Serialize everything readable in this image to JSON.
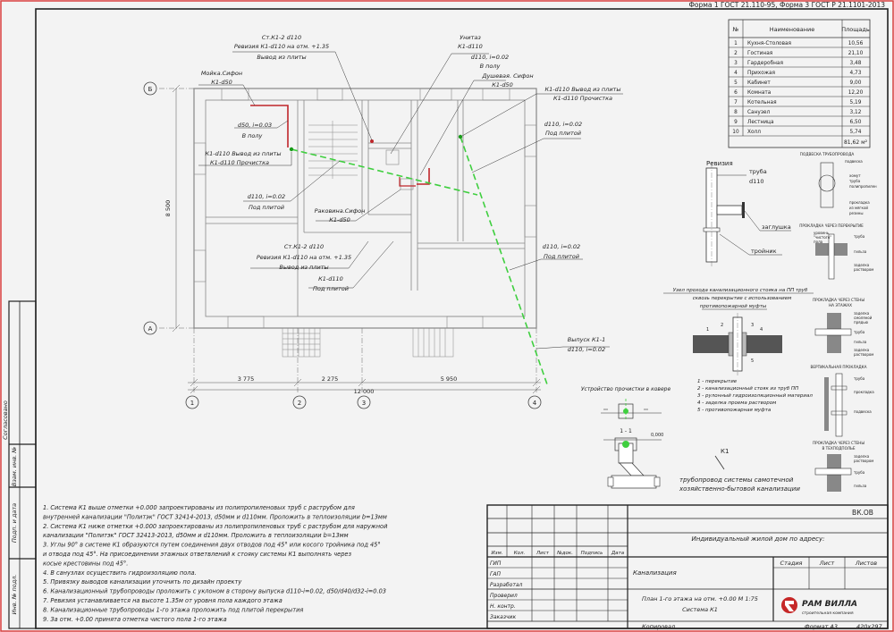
{
  "header": {
    "form": "Форма 1 ГОСТ 21.110-95, Форма 3 ГОСТ Р 21.1101-2013"
  },
  "rooms_table": {
    "headers": [
      "№",
      "Наименование",
      "Площадь"
    ],
    "rows": [
      [
        "1",
        "Кухня-Столовая",
        "10,56"
      ],
      [
        "2",
        "Гостиная",
        "21,10"
      ],
      [
        "3",
        "Гардеробная",
        "3,48"
      ],
      [
        "4",
        "Прихожая",
        "4,73"
      ],
      [
        "5",
        "Кабинет",
        "9,00"
      ],
      [
        "6",
        "Комната",
        "12,20"
      ],
      [
        "7",
        "Котельная",
        "5,19"
      ],
      [
        "8",
        "Санузел",
        "3,12"
      ],
      [
        "9",
        "Лестница",
        "6,50"
      ],
      [
        "10",
        "Холл",
        "5,74"
      ]
    ],
    "total": "81,62 м²"
  },
  "plan": {
    "axis_letters": [
      "Б",
      "А"
    ],
    "axis_numbers": [
      "1",
      "2",
      "3",
      "4"
    ],
    "dims": [
      "3 775",
      "2 275",
      "5 950",
      "12 000",
      "8 500"
    ],
    "callouts": {
      "c1": [
        "Ст.К1-2 d110",
        "Ревизия К1-d110 на отм. +1.35",
        "Вывод из плиты"
      ],
      "c2": [
        "Мойка.Сифон",
        "К1-d50"
      ],
      "c3": [
        "d50, i=0.03",
        "В полу"
      ],
      "c4": [
        "К1-d110 Вывод из плиты",
        "К1-d110 Прочистка"
      ],
      "c5": [
        "d110, i=0.02",
        "Под плитой"
      ],
      "c6": [
        "Унитаз",
        "К1-d110"
      ],
      "c7": [
        "d110, i=0.02",
        "В полу"
      ],
      "c8": [
        "Душевая. Сифон",
        "К1-d50"
      ],
      "c9": [
        "К1-d110 Вывод из плиты",
        "К1-d110 Прочистка"
      ],
      "c10": [
        "d110, i=0.02",
        "Под плитой"
      ],
      "c11": [
        "Раковина.Сифон",
        "К1-d50"
      ],
      "c12": [
        "Ст.К1-2 d110",
        "Ревизия К1-d110 на отм. +1.35",
        "Вывод из плиты"
      ],
      "c13": [
        "К1-d110",
        "Под плитой"
      ],
      "c14": [
        "d110, i=0.02",
        "Под плитой"
      ],
      "c15": [
        "Выпуск К1-1",
        "d110, i=0.02"
      ]
    }
  },
  "revision": {
    "title": "Ревизия",
    "labels": [
      "труба",
      "d110",
      "заглушка",
      "тройник"
    ]
  },
  "details": {
    "d1": [
      "ПОДВЕСКА ТРУБОПРОВОДА",
      "подвеска",
      "хомут",
      "труба",
      "полипропилен",
      "прокладка",
      "из мягкой",
      "резины"
    ],
    "d2": [
      "ПРОКЛАДКА ЧЕРЕЗ ПЕРЕКРЫТИЕ",
      "уровень",
      "\"чистого\"",
      "пола",
      "труба",
      "гильза",
      "заделка",
      "раствором"
    ],
    "d3": [
      "ПРОКЛАДКА ЧЕРЕЗ СТЕНЫ",
      "НА ЭТАЖАХ",
      "заделка",
      "смоляной",
      "прядью",
      "труба",
      "гильза",
      "заделка",
      "раствором"
    ],
    "d4": [
      "ВЕРТИКАЛЬНАЯ ПРОКЛАДКА",
      "труба",
      "прокладка",
      "подвеска"
    ],
    "d5": [
      "ПРОКЛАДКА ЧЕРЕЗ СТЕНЫ",
      "В ТЕХПОДПОЛЬЕ",
      "заделка",
      "раствором",
      "труба",
      "гильза"
    ]
  },
  "node": {
    "title": [
      "Узел прохода канализационного стояка на ПП труб",
      "сквозь перекрытие с использованием",
      "противопожарной муфты"
    ],
    "items": [
      "1 - перекрытие",
      "2 - канализационный стояк из труб ПП",
      "3 - рулонный гидроизоляционный материал",
      "4 - заделка проема раствором",
      "5 - противопожарная муфта"
    ]
  },
  "cleanout": {
    "title": "Устройство прочистки в ковере",
    "section": "1 - 1",
    "mark": "0,000"
  },
  "legend": {
    "code": "К1",
    "text": [
      "трубопровод системы самотечной",
      "хозяйственно-бытовой канализации"
    ]
  },
  "side_labels": [
    "Согласовано",
    "Взам. инв. №",
    "Подп. и дата",
    "Инв. № подл."
  ],
  "notes": [
    "1. Система К1 выше отметки +0.000 запроектированы из полипропиленовых труб с раструбом для",
    "внутренней канализации \"Политэк\" ГОСТ 32414-2013, d50мм и d110мм. Проложить в теплоизоляции b=13мм",
    "2. Система К1 ниже отметки +0.000 запроектированы из полипропиленовых труб с раструбом для наружной",
    "канализации \"Политэк\" ГОСТ 32413-2013, d50мм и d110мм. Проложить в теплоизоляции b=13мм",
    "3. Углы 90° в системе К1 образуются путем соединения двух отводов под 45° или косого тройника под 45°",
    "и отвода под 45°. На присоединении этажных ответвлений к стояку системы К1 выполнять через",
    "косые крестовины под 45°.",
    "4. В санузлах осуществить гидроизоляцию пола.",
    "5. Привязку выводов канализации уточнить по дизайн проекту",
    "6. Канализационный трубопроводы проложить с уклоном в сторону выпуска d110-i=0.02, d50/d40/d32-i=0.03",
    "7. Ревизия устанавливается на высоте 1.35м от уровня пола каждого этажа",
    "8. Канализационные трубопроводы 1-го этажа проложить под плитой перекрытия",
    "9. За отм. +0.00 принята отметка чистого пола 1-го этажа"
  ],
  "stamp": {
    "code": "ВК.ОВ",
    "project": "Индивидуальный жилой дом по адресу:",
    "cols": [
      "Изм.",
      "Кол.",
      "Лист",
      "№док.",
      "Подпись",
      "Дата"
    ],
    "roles": [
      "ГИП",
      "ГАП",
      "Разработал",
      "Проверил",
      "Н. контр.",
      "Заказчик"
    ],
    "section": "Канализация",
    "stage_cols": [
      "Стадия",
      "Лист",
      "Листов"
    ],
    "sheet_title": [
      "План 1-го этажа на отм. +0.00 М 1:75",
      "Система К1"
    ],
    "company": "РАМ ВИЛЛА",
    "company_sub": "строительная компания",
    "copied": "Копировал",
    "format": "Формат А3",
    "size": "420х297"
  }
}
